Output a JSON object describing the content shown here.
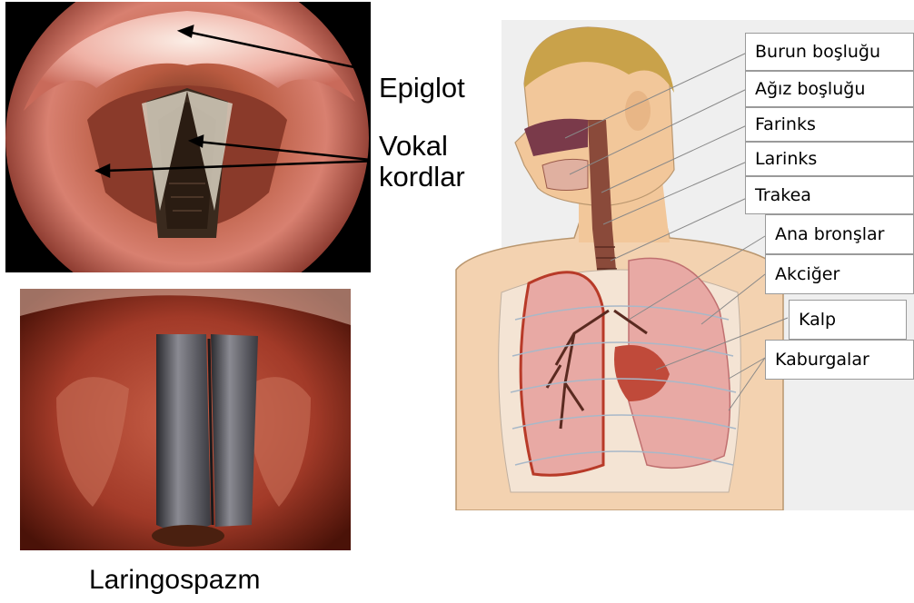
{
  "larynx_labels": {
    "epiglot": "Epiglot",
    "vokal_kordlar": "Vokal kordlar"
  },
  "caption": "Laringospazm",
  "anatomy_labels": [
    "Burun boşluğu",
    "Ağız boşluğu",
    "Farinks",
    "Larinks",
    "Trakea",
    "Ana bronşlar",
    "Akciğer",
    "Kalp",
    "Kaburgalar"
  ],
  "colors": {
    "lung": "#e8a9a4",
    "tissue_red": "#b83a28",
    "skin": "#f2c79a",
    "hair": "#c9a24a",
    "airway": "#8a4a3a"
  }
}
